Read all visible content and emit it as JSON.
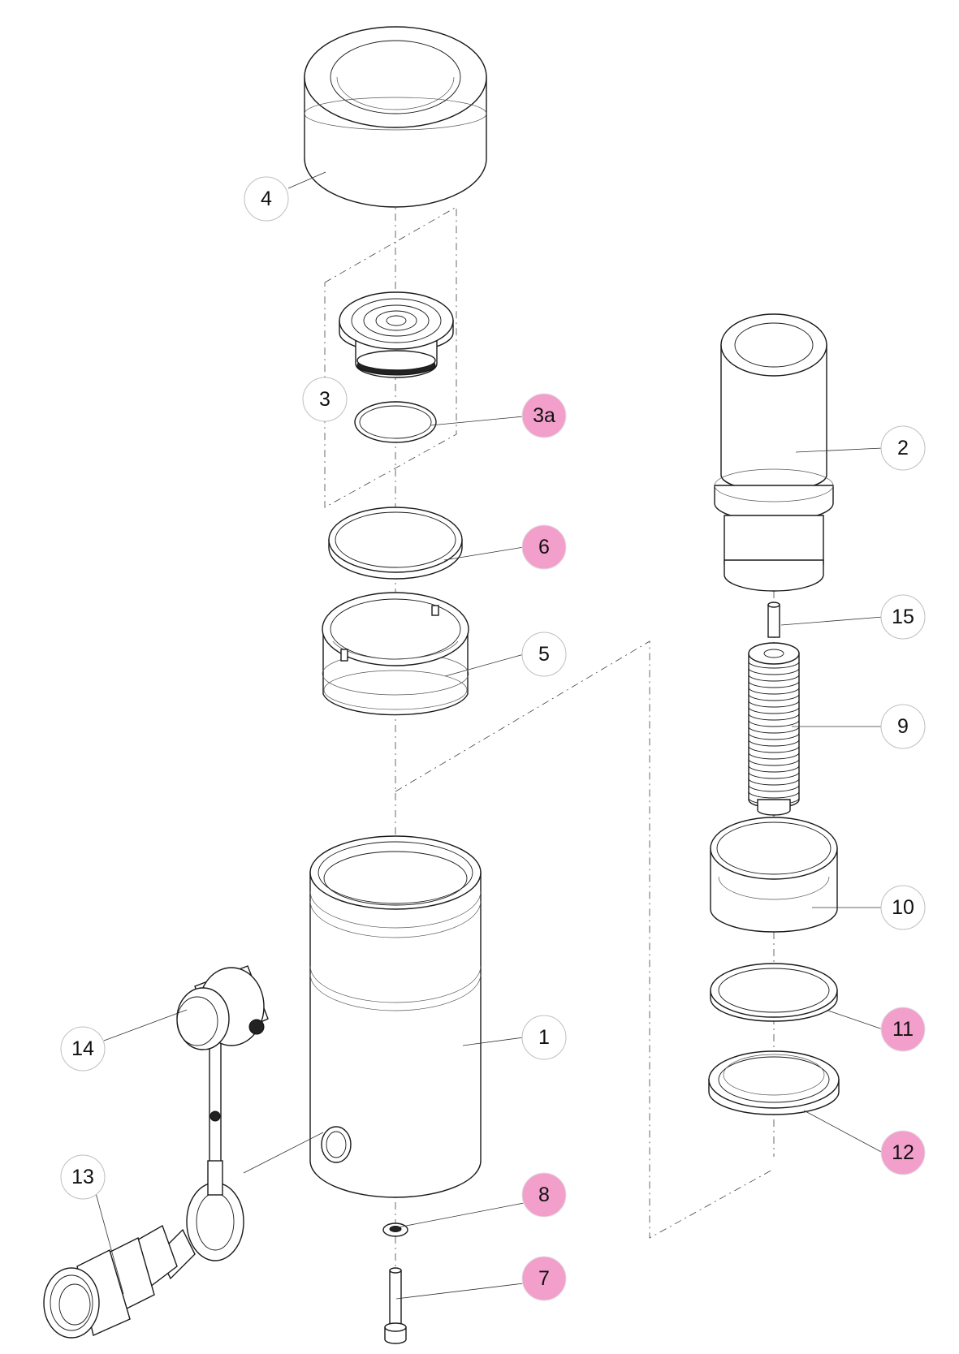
{
  "colors": {
    "highlight": "#f29fcb",
    "line": "#1a1a1a",
    "circle_stroke": "#bfbfbf"
  },
  "callouts": [
    {
      "id": "c4",
      "label": "4",
      "highlight": false
    },
    {
      "id": "c3",
      "label": "3",
      "highlight": false
    },
    {
      "id": "c3a",
      "label": "3a",
      "highlight": true
    },
    {
      "id": "c6",
      "label": "6",
      "highlight": true
    },
    {
      "id": "c5",
      "label": "5",
      "highlight": false
    },
    {
      "id": "c2",
      "label": "2",
      "highlight": false
    },
    {
      "id": "c15",
      "label": "15",
      "highlight": false
    },
    {
      "id": "c9",
      "label": "9",
      "highlight": false
    },
    {
      "id": "c10",
      "label": "10",
      "highlight": false
    },
    {
      "id": "c11",
      "label": "11",
      "highlight": true
    },
    {
      "id": "c12",
      "label": "12",
      "highlight": true
    },
    {
      "id": "c1",
      "label": "1",
      "highlight": false
    },
    {
      "id": "c14",
      "label": "14",
      "highlight": false
    },
    {
      "id": "c13",
      "label": "13",
      "highlight": false
    },
    {
      "id": "c8",
      "label": "8",
      "highlight": true
    },
    {
      "id": "c7",
      "label": "7",
      "highlight": true
    }
  ]
}
